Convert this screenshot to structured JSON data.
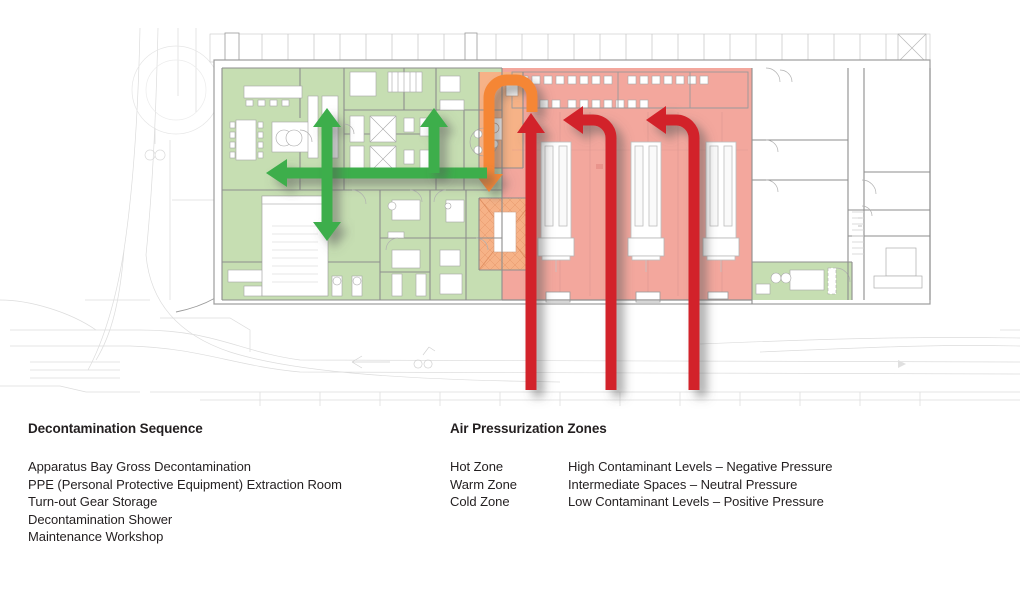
{
  "diagram": {
    "title_hidden": "",
    "zone_colors": {
      "hot_zone_fill": "#F3A79D",
      "warm_zone_fill": "#F6B287",
      "cold_zone_fill": "#C6DEB2",
      "green_arrow": "#3DAE4B",
      "red_arrow": "#D2232A",
      "orange_arrow": "#F58634",
      "wall_line": "#888888",
      "thin_line": "#b9b9b9",
      "site_line": "#d8d8d8"
    },
    "arrows": [
      {
        "name": "decon-flow-horizontal",
        "color": "#3DAE4B",
        "direction": "left"
      },
      {
        "name": "decon-flow-vertical-double",
        "color": "#3DAE4B",
        "direction": "up-down"
      },
      {
        "name": "decon-flow-vertical-up",
        "color": "#3DAE4B",
        "direction": "up"
      },
      {
        "name": "ppe-extraction-loop",
        "color": "#F58634",
        "direction": "u-turn"
      },
      {
        "name": "apparatus-bay-airflow-1",
        "color": "#D2232A",
        "direction": "up"
      },
      {
        "name": "apparatus-bay-airflow-2",
        "color": "#D2232A",
        "direction": "up-left"
      },
      {
        "name": "apparatus-bay-airflow-3",
        "color": "#D2232A",
        "direction": "up-left"
      }
    ],
    "apparatus_bays": 3
  },
  "legend": {
    "decontamination": {
      "heading": "Decontamination Sequence",
      "items": [
        "Apparatus Bay Gross Decontamination",
        "PPE (Personal Protective Equipment) Extraction Room",
        "Turn-out Gear Storage",
        "Decontamination Shower",
        "Maintenance Workshop"
      ]
    },
    "air_pressurization": {
      "heading": "Air Pressurization Zones",
      "rows": [
        {
          "zone": "Hot Zone",
          "description": "High Contaminant Levels – Negative Pressure"
        },
        {
          "zone": "Warm Zone",
          "description": "Intermediate Spaces – Neutral Pressure"
        },
        {
          "zone": "Cold Zone",
          "description": "Low Contaminant Levels – Positive Pressure"
        }
      ]
    }
  }
}
